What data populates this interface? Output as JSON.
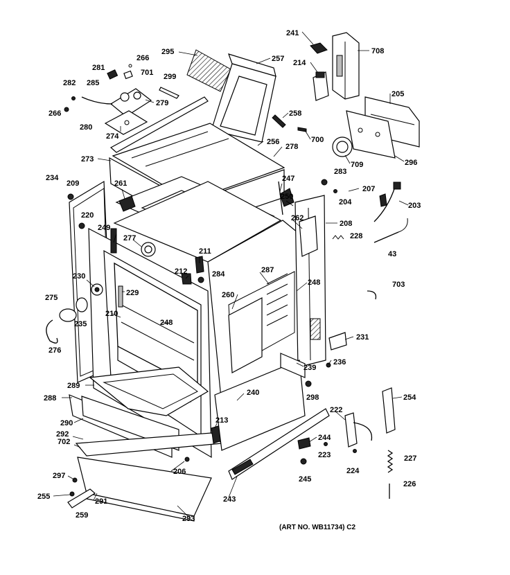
{
  "labels": [
    "241",
    "708",
    "295",
    "257",
    "266",
    "281",
    "701",
    "214",
    "205",
    "299",
    "285",
    "282",
    "279",
    "266",
    "280",
    "274",
    "258",
    "700",
    "709",
    "296",
    "256",
    "278",
    "273",
    "283",
    "234",
    "209",
    "261",
    "247",
    "204",
    "207",
    "203",
    "250",
    "220",
    "262",
    "208",
    "249",
    "277",
    "228",
    "43",
    "211",
    "287",
    "284",
    "212",
    "703",
    "230",
    "229",
    "248",
    "275",
    "260",
    "248",
    "210",
    "235",
    "231",
    "276",
    "239",
    "236",
    "289",
    "298",
    "288",
    "240",
    "254",
    "222",
    "213",
    "290",
    "292",
    "702",
    "244",
    "223",
    "227",
    "206",
    "297",
    "224",
    "245",
    "255",
    "291",
    "243",
    "226",
    "259",
    "293"
  ],
  "art_number": "(ART NO. WB11734) C2"
}
